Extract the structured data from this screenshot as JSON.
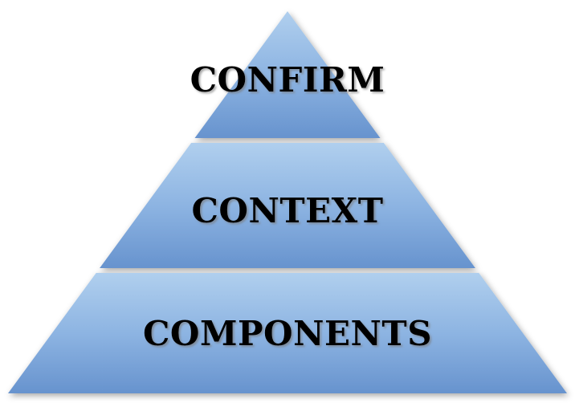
{
  "diagram": {
    "type": "pyramid",
    "orientation": "apex-up",
    "levels": [
      {
        "id": "top",
        "label": "CONFIRM"
      },
      {
        "id": "middle",
        "label": "CONTEXT"
      },
      {
        "id": "bottom",
        "label": "COMPONENTS"
      }
    ],
    "colors": {
      "tier_gradient_top": "#b0cfee",
      "tier_gradient_mid": "#8db4e2",
      "tier_gradient_bottom": "#6793ce",
      "label_text": "#000000",
      "background": "#ffffff"
    }
  }
}
